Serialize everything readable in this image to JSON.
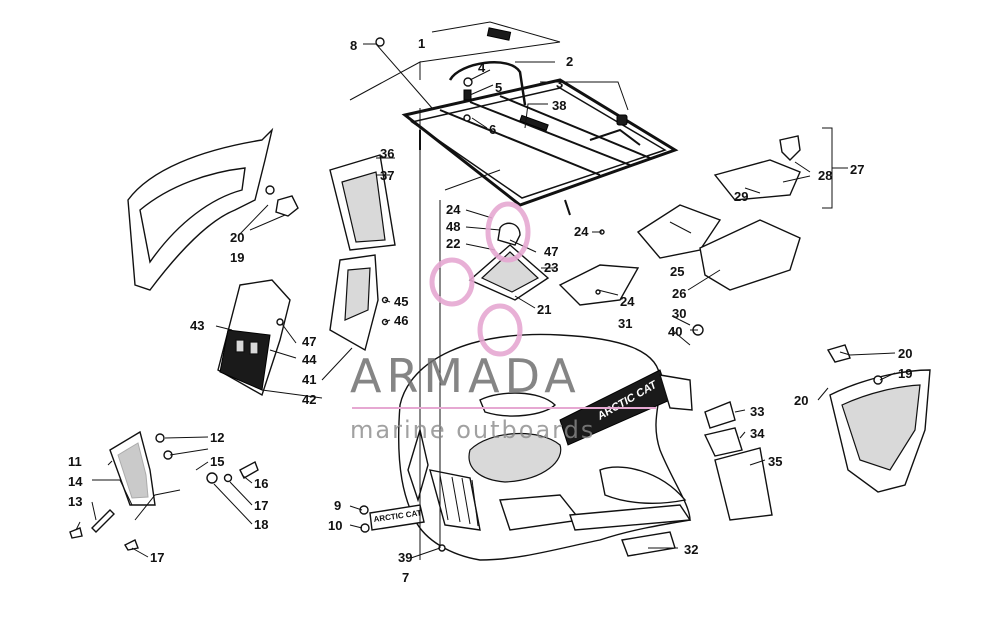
{
  "watermark": {
    "title": "ARMADA",
    "subtitle": "marine outboards",
    "line_color": "#e6a8d2",
    "logo_color": "#e6a8d2"
  },
  "decals": {
    "hood_decal": "ARCTIC CAT",
    "front_plate": "ARCTIC CAT"
  },
  "callouts": [
    "1",
    "2",
    "3",
    "4",
    "5",
    "6",
    "7",
    "8",
    "9",
    "10",
    "11",
    "12",
    "13",
    "14",
    "15",
    "16",
    "17",
    "17",
    "18",
    "19",
    "19",
    "20",
    "20",
    "20",
    "21",
    "22",
    "23",
    "24",
    "24",
    "24",
    "25",
    "26",
    "27",
    "28",
    "29",
    "30",
    "31",
    "32",
    "33",
    "34",
    "35",
    "36",
    "37",
    "38",
    "39",
    "40",
    "41",
    "42",
    "43",
    "44",
    "45",
    "46",
    "47",
    "47",
    "48"
  ]
}
